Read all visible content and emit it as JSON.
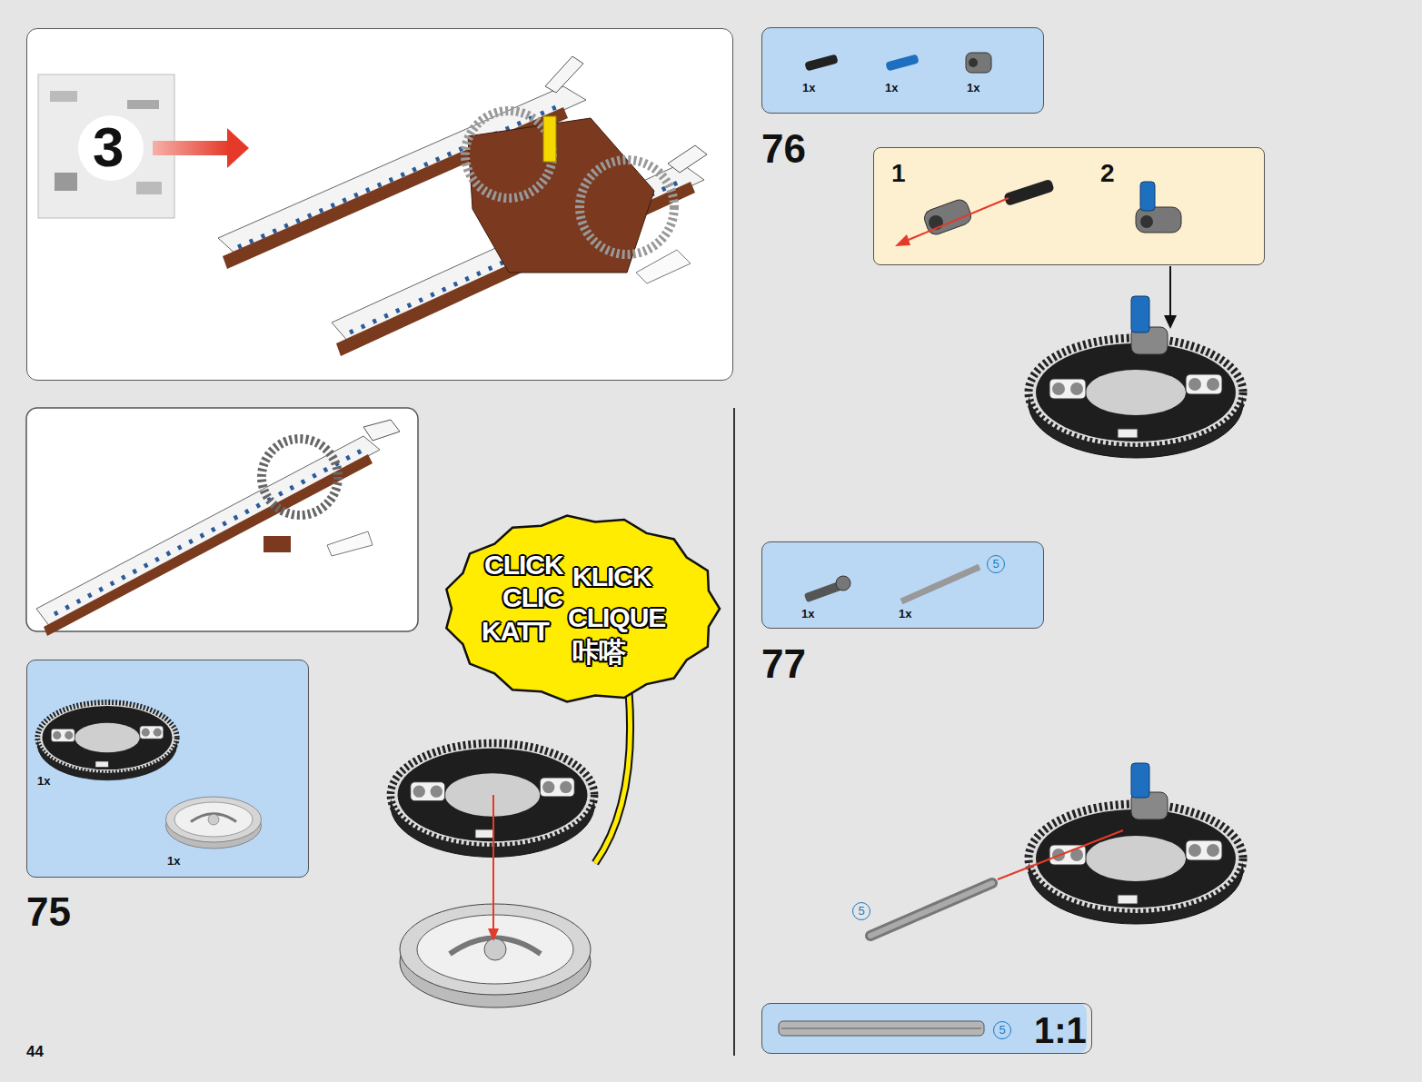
{
  "diagram": {
    "nodes": [
      {
        "text": [
          "3"
        ]
      },
      {
        "text": [
          "1x",
          "1x"
        ]
      },
      {
        "text": [
          "CLICK",
          "KLICK",
          "CLIC",
          "CLIQUE",
          "KATT",
          "咔嗒"
        ]
      },
      {
        "text": [
          "1x",
          "1x",
          "1x"
        ]
      },
      {
        "text": [
          "1",
          "2"
        ]
      },
      {
        "text": [
          "5",
          "1x",
          "1x"
        ]
      },
      {
        "text": [
          "5",
          "1:1"
        ]
      }
    ],
    "labels": [
      "76",
      "77",
      "75",
      "5",
      "44"
    ]
  }
}
